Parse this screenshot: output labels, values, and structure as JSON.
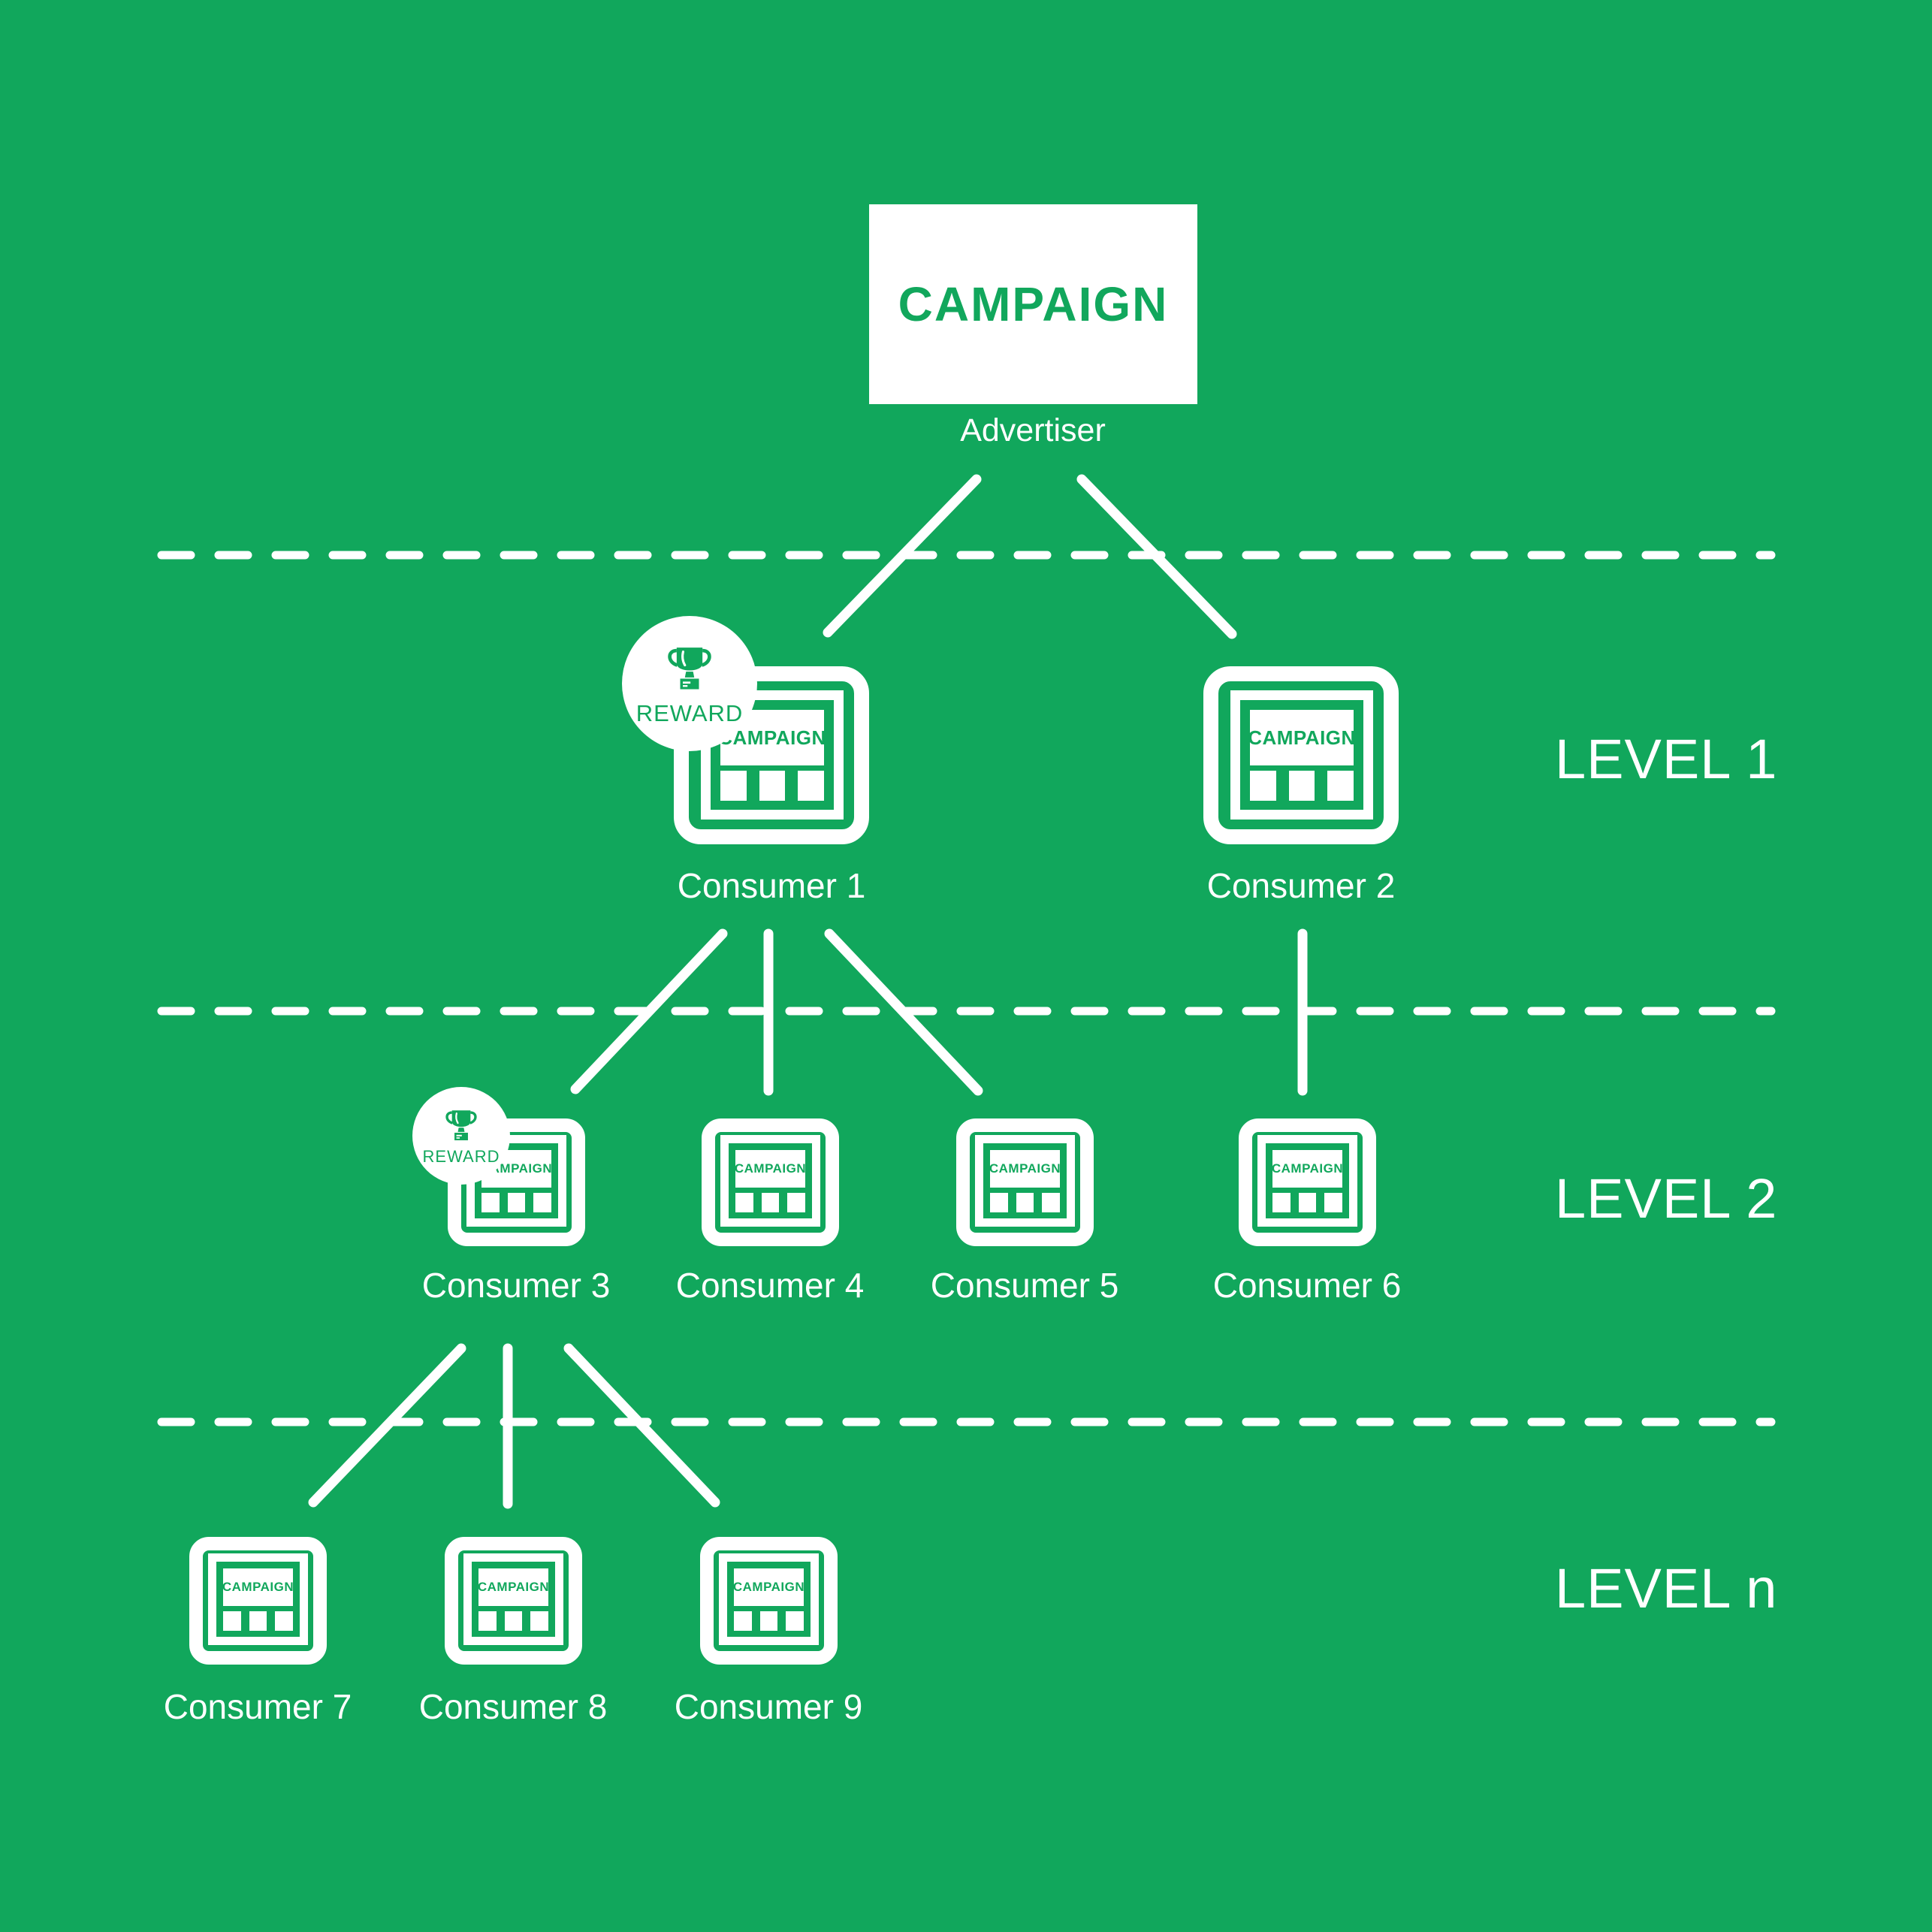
{
  "colors": {
    "background": "#11A75C",
    "foreground": "#FFFFFF"
  },
  "advertiser": {
    "box_label": "CAMPAIGN",
    "caption": "Advertiser"
  },
  "campaign_icon_label": "CAMPAIGN",
  "reward_badge_label": "REWARD",
  "levels": [
    {
      "label": "LEVEL 1",
      "consumers": [
        {
          "name": "Consumer 1",
          "has_reward_badge": true
        },
        {
          "name": "Consumer 2",
          "has_reward_badge": false
        }
      ]
    },
    {
      "label": "LEVEL 2",
      "consumers": [
        {
          "name": "Consumer 3",
          "has_reward_badge": true
        },
        {
          "name": "Consumer 4",
          "has_reward_badge": false
        },
        {
          "name": "Consumer 5",
          "has_reward_badge": false
        },
        {
          "name": "Consumer 6",
          "has_reward_badge": false
        }
      ]
    },
    {
      "label": "LEVEL n",
      "consumers": [
        {
          "name": "Consumer 7",
          "has_reward_badge": false
        },
        {
          "name": "Consumer 8",
          "has_reward_badge": false
        },
        {
          "name": "Consumer 9",
          "has_reward_badge": false
        }
      ]
    }
  ],
  "edges": [
    {
      "from": "Advertiser",
      "to": "Consumer 1"
    },
    {
      "from": "Advertiser",
      "to": "Consumer 2"
    },
    {
      "from": "Consumer 1",
      "to": "Consumer 3"
    },
    {
      "from": "Consumer 1",
      "to": "Consumer 4"
    },
    {
      "from": "Consumer 1",
      "to": "Consumer 5"
    },
    {
      "from": "Consumer 2",
      "to": "Consumer 6"
    },
    {
      "from": "Consumer 3",
      "to": "Consumer 7"
    },
    {
      "from": "Consumer 3",
      "to": "Consumer 8"
    },
    {
      "from": "Consumer 3",
      "to": "Consumer 9"
    }
  ]
}
